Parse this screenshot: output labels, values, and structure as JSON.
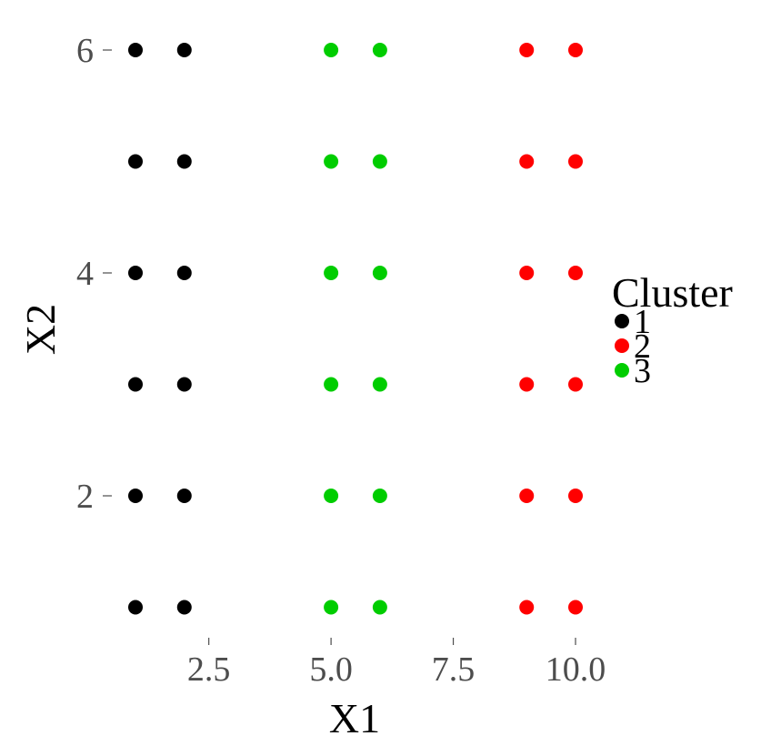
{
  "chart_data": {
    "type": "scatter",
    "title": "",
    "xlabel": "X1",
    "ylabel": "X2",
    "xlim": [
      0.6,
      11.0
    ],
    "ylim": [
      0.5,
      6.25
    ],
    "xticks": [
      2.5,
      5.0,
      7.5,
      10.0
    ],
    "xtick_labels": [
      "2.5",
      "5.0",
      "7.5",
      "10.0"
    ],
    "yticks": [
      2,
      4,
      6
    ],
    "ytick_labels": [
      "2",
      "4",
      "6"
    ],
    "grid": false,
    "legend": {
      "title": "Cluster",
      "placement": "right",
      "entries": [
        {
          "label": "1",
          "color": "#000000"
        },
        {
          "label": "2",
          "color": "#ff0000"
        },
        {
          "label": "3",
          "color": "#00cd00"
        }
      ]
    },
    "series": [
      {
        "name": "1",
        "color": "#000000",
        "points": [
          [
            1,
            1
          ],
          [
            2,
            1
          ],
          [
            1,
            2
          ],
          [
            2,
            2
          ],
          [
            1,
            3
          ],
          [
            2,
            3
          ],
          [
            1,
            4
          ],
          [
            2,
            4
          ],
          [
            1,
            5
          ],
          [
            2,
            5
          ],
          [
            1,
            6
          ],
          [
            2,
            6
          ]
        ]
      },
      {
        "name": "2",
        "color": "#ff0000",
        "points": [
          [
            9,
            1
          ],
          [
            10,
            1
          ],
          [
            9,
            2
          ],
          [
            10,
            2
          ],
          [
            9,
            3
          ],
          [
            10,
            3
          ],
          [
            9,
            4
          ],
          [
            10,
            4
          ],
          [
            9,
            5
          ],
          [
            10,
            5
          ],
          [
            9,
            6
          ],
          [
            10,
            6
          ]
        ]
      },
      {
        "name": "3",
        "color": "#00cd00",
        "points": [
          [
            5,
            1
          ],
          [
            6,
            1
          ],
          [
            5,
            2
          ],
          [
            6,
            2
          ],
          [
            5,
            3
          ],
          [
            6,
            3
          ],
          [
            5,
            4
          ],
          [
            6,
            4
          ],
          [
            5,
            5
          ],
          [
            6,
            5
          ],
          [
            5,
            6
          ],
          [
            6,
            6
          ]
        ]
      }
    ]
  }
}
